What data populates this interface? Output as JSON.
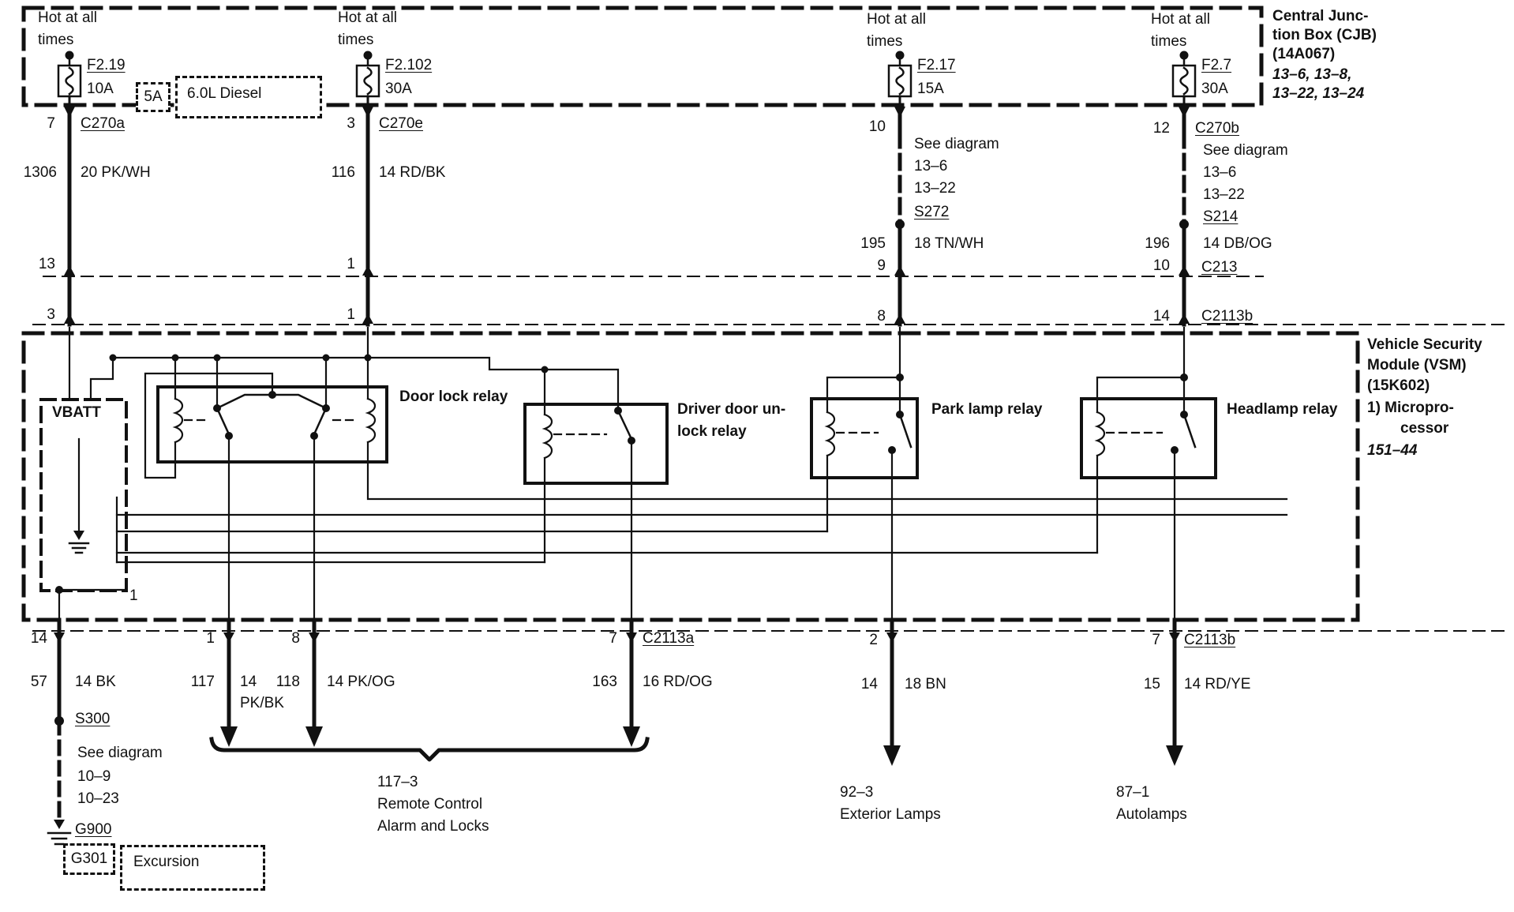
{
  "palette": {
    "ink": "#111111",
    "paper": "#ffffff"
  },
  "cjb": {
    "hot1": "Hot at all",
    "hot2": "times",
    "title1": "Central Junc-",
    "title2": "tion Box (CJB)",
    "title3": "(14A067)",
    "ref1": "13–6, 13–8,",
    "ref2": "13–22, 13–24",
    "fuse_alt": "5A",
    "engine": "6.0L Diesel",
    "fuses": [
      {
        "name": "F2.19",
        "rating": "10A"
      },
      {
        "name": "F2.102",
        "rating": "30A"
      },
      {
        "name": "F2.17",
        "rating": "15A"
      },
      {
        "name": "F2.7",
        "rating": "30A"
      }
    ]
  },
  "columns": [
    {
      "pin": "7",
      "conn": "C270a",
      "circuit": "1306",
      "wire": "20 PK/WH",
      "pin_a": "13",
      "pin_b": "3"
    },
    {
      "pin": "3",
      "conn": "C270e",
      "circuit": "116",
      "wire": "14 RD/BK",
      "pin_a": "1",
      "pin_b": "1"
    },
    {
      "pin": "10",
      "see1": "See diagram",
      "see2": "13–6",
      "see3": "13–22",
      "splice": "S272",
      "circuit": "195",
      "wire": "18 TN/WH",
      "pin_a": "9",
      "pin_b": "8"
    },
    {
      "pin": "12",
      "conn": "C270b",
      "see1": "See diagram",
      "see2": "13–6",
      "see3": "13–22",
      "splice": "S214",
      "circuit": "196",
      "wire": "14 DB/OG",
      "pin_a": "10",
      "conn_a": "C213",
      "pin_b": "14",
      "conn_b": "C2113b"
    }
  ],
  "vsm": {
    "vbatt": "VBATT",
    "callout": "1",
    "relay_door_lock": "Door lock relay",
    "relay_driver1": "Driver door un-",
    "relay_driver2": "lock relay",
    "relay_park": "Park lamp relay",
    "relay_headlamp": "Headlamp relay",
    "title1": "Vehicle Security",
    "title2": "Module (VSM)",
    "title3": "(15K602)",
    "callout_l1": "1)  Micropro-",
    "callout_l2": "cessor",
    "ref": "151–44"
  },
  "outputs": [
    {
      "pin": "14",
      "circuit": "57",
      "wire": "14 BK",
      "splice": "S300",
      "see1": "See diagram",
      "see2": "10–9",
      "see3": "10–23",
      "ground": "G900",
      "ground_conn": "G301",
      "variant": "Excursion"
    },
    {
      "pin": "1",
      "circuit": "117",
      "wire1": "14",
      "wire2": "PK/BK"
    },
    {
      "pin": "8",
      "circuit": "118",
      "wire": "14 PK/OG"
    },
    {
      "pin": "7",
      "conn": "C2113a",
      "circuit": "163",
      "wire": "16 RD/OG"
    },
    {
      "pin": "2",
      "circuit": "14",
      "wire": "18 BN",
      "ref": "92–3",
      "dest": "Exterior Lamps"
    },
    {
      "pin": "7",
      "conn": "C2113b",
      "circuit": "15",
      "wire": "14 RD/YE",
      "ref": "87–1",
      "dest": "Autolamps"
    }
  ],
  "group_dest": {
    "ref": "117–3",
    "line1": "Remote Control",
    "line2": "Alarm and Locks"
  }
}
